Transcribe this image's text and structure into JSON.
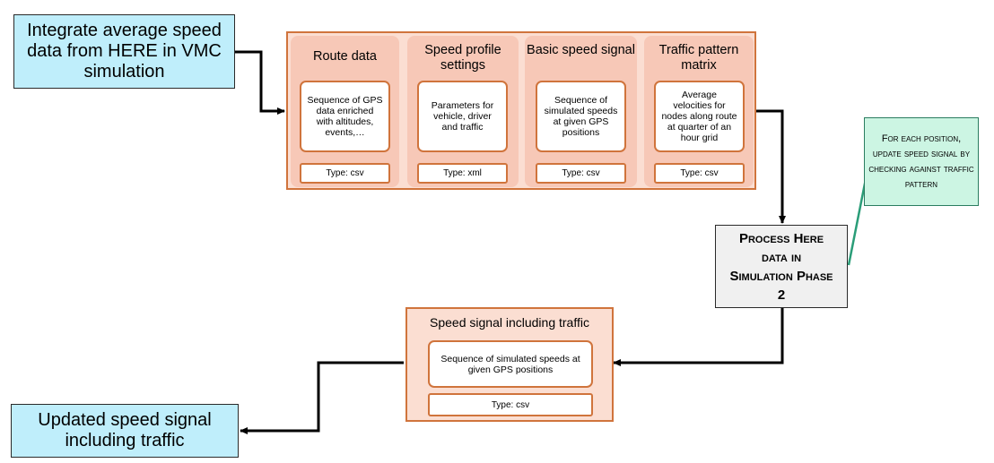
{
  "start_box": "Integrate average speed data from HERE in VMC simulation",
  "columns": [
    {
      "title": "Route data",
      "desc": "Sequence of GPS data enriched with altitudes, events,…",
      "type": "Type: csv"
    },
    {
      "title": "Speed profile settings",
      "desc": "Parameters for vehicle, driver and traffic",
      "type": "Type: xml"
    },
    {
      "title": "Basic speed signal",
      "desc": "Sequence of simulated speeds at given GPS positions",
      "type": "Type: csv"
    },
    {
      "title": "Traffic pattern matrix",
      "desc": "Average velocities for nodes along route at quarter of an hour grid",
      "type": "Type: csv"
    }
  ],
  "note": "For each position, update speed signal by checking against traffic pattern",
  "process": "Process Here data in Simulation Phase 2",
  "output": {
    "title": "Speed signal including traffic",
    "desc": "Sequence of simulated speeds at given GPS positions",
    "type": "Type: csv"
  },
  "end_box": "Updated speed signal including traffic",
  "colors": {
    "outer_fill": "#fbded2",
    "column_fill": "#f7c8b7",
    "border": "#d0743c",
    "cyan": "#bfeefb",
    "note": "#ccf5e3"
  }
}
